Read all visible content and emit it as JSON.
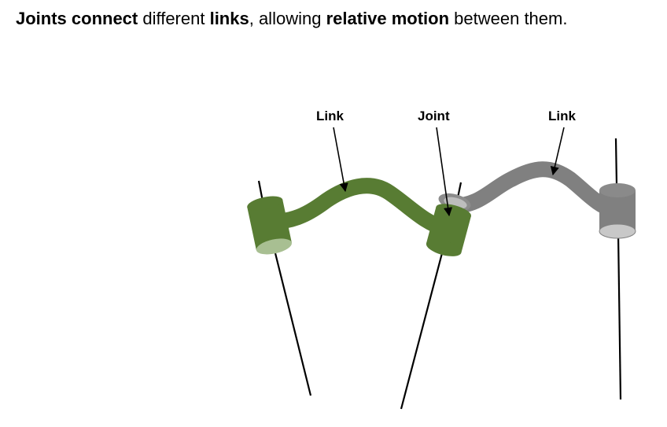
{
  "heading": {
    "parts": [
      {
        "text": "Joints connect",
        "bold": true
      },
      {
        "text": " different ",
        "bold": false
      },
      {
        "text": "links",
        "bold": true
      },
      {
        "text": ", allowing ",
        "bold": false
      },
      {
        "text": "relative motion",
        "bold": true
      },
      {
        "text": " between them.",
        "bold": false
      }
    ]
  },
  "diagram": {
    "labels": {
      "link_left": "Link",
      "joint": "Joint",
      "link_right": "Link"
    },
    "colors": {
      "green_link": "#587c33",
      "gray_link": "#808080",
      "green_face": "#a8bf92",
      "gray_face": "#c8c8c8"
    }
  }
}
